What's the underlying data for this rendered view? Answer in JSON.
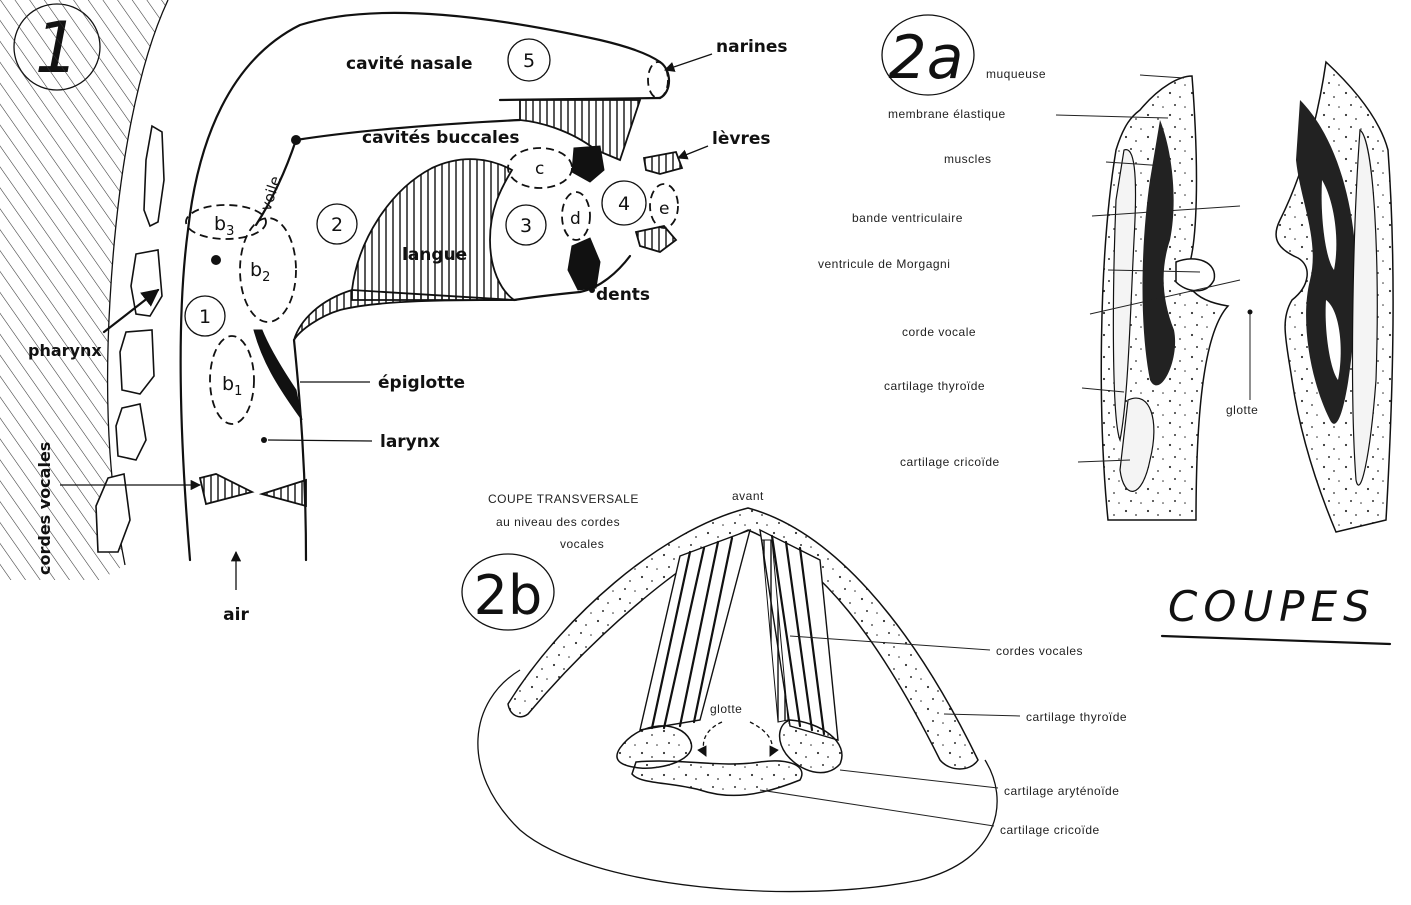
{
  "figure_1": {
    "number": "1",
    "labels": {
      "nasal_cavity": "cavité nasale",
      "nostrils": "narines",
      "velum": "voile",
      "oral_cavities": "cavités buccales",
      "lips": "lèvres",
      "tongue": "langue",
      "teeth": "dents",
      "pharynx": "pharynx",
      "epiglottis": "épiglotte",
      "larynx": "larynx",
      "vocal_cords": "cordes vocales",
      "air": "air"
    },
    "zones": {
      "z1": "1",
      "z2": "2",
      "z3": "3",
      "z4": "4",
      "z5": "5",
      "b1": "b",
      "b1_sub": "1",
      "b2": "b",
      "b2_sub": "2",
      "b3": "b",
      "b3_sub": "3",
      "c": "c",
      "d": "d",
      "e": "e"
    }
  },
  "figure_2a": {
    "number": "2a",
    "labels": [
      "muqueuse",
      "membrane élastique",
      "muscles",
      "bande ventriculaire",
      "ventricule de Morgagni",
      "corde vocale",
      "cartilage thyroïde",
      "cartilage cricoïde"
    ],
    "glottis": "glotte"
  },
  "figure_2b": {
    "number": "2b",
    "title_line1": "COUPE TRANSVERSALE",
    "title_line2": "au niveau des cordes",
    "title_line3": "vocales",
    "front": "avant",
    "glottis": "glotte",
    "labels": [
      "cordes vocales",
      "cartilage thyroïde",
      "cartilage aryténoïde",
      "cartilage cricoïde"
    ]
  },
  "heading": "COUPES"
}
